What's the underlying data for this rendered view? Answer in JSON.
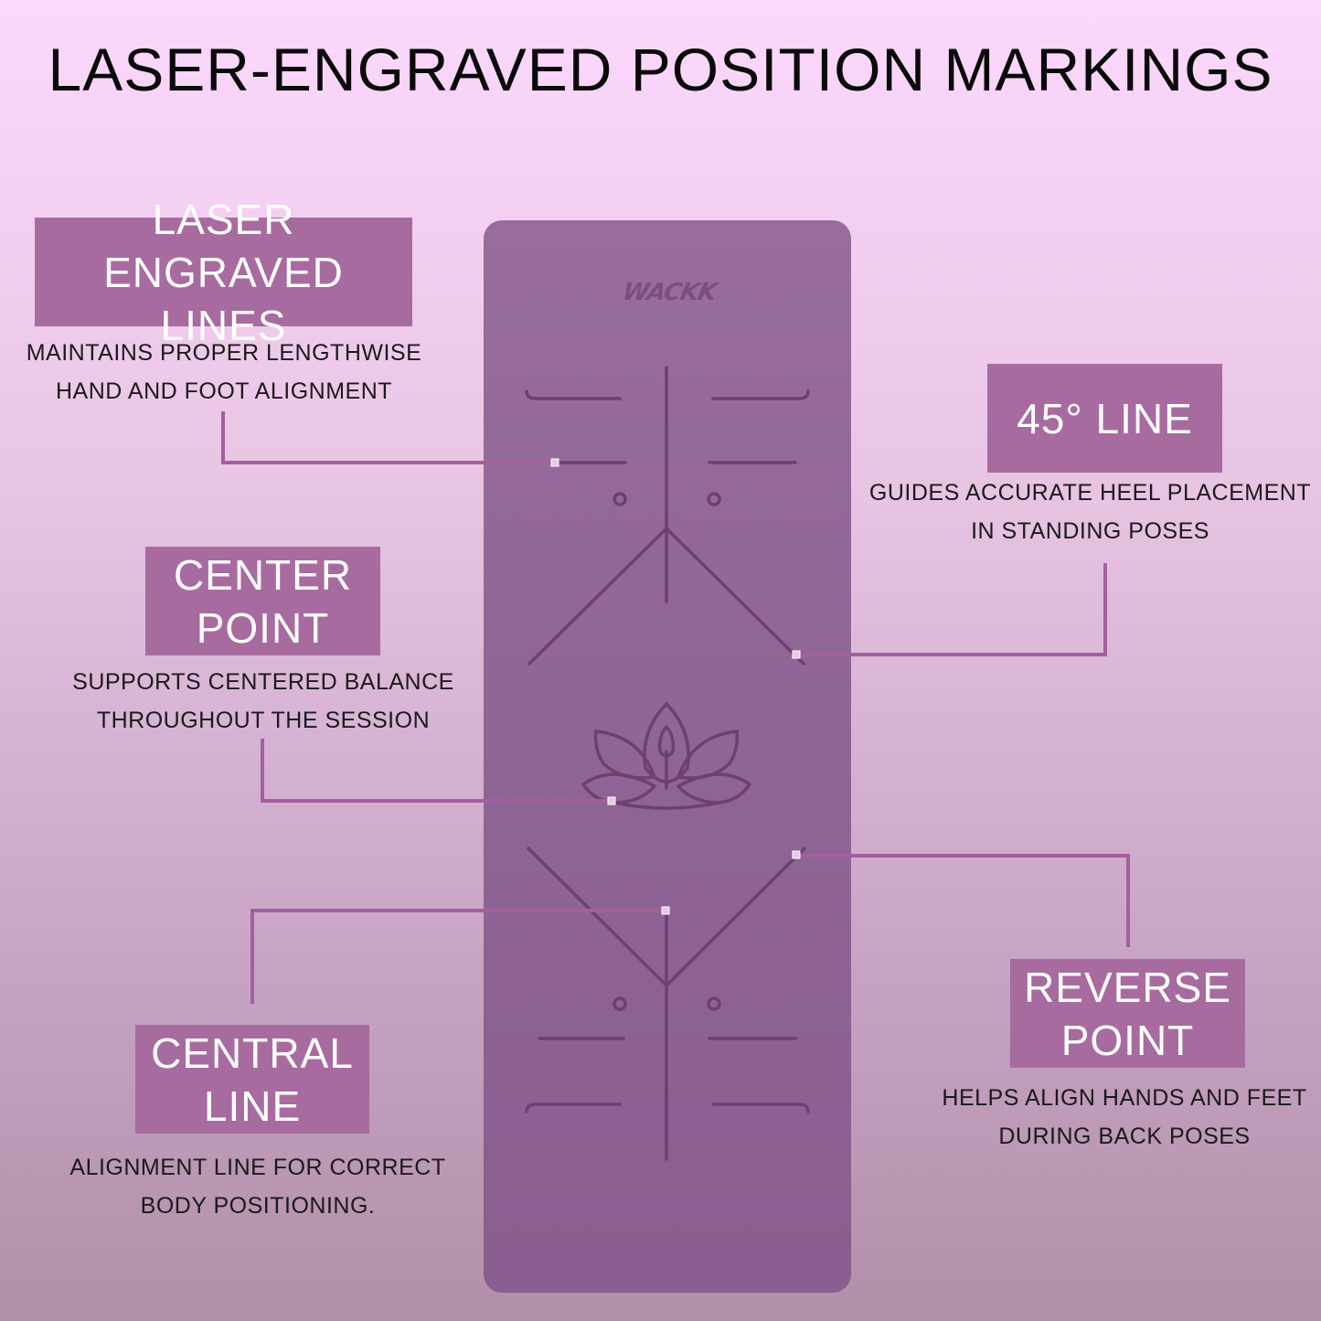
{
  "title": "LASER-ENGRAVED POSITION MARKINGS",
  "brand": "WACKK",
  "colors": {
    "label_bg": "#a86b9f",
    "mat": "#8f6595",
    "engraving": "#6e3f72",
    "connector": "#a45f9f"
  },
  "callouts": [
    {
      "label_lines": [
        "LASER ENGRAVED",
        "LINES"
      ],
      "desc_lines": [
        "MAINTAINS PROPER LENGTHWISE",
        "HAND AND FOOT ALIGNMENT"
      ]
    },
    {
      "label_lines": [
        "45° LINE"
      ],
      "desc_lines": [
        "GUIDES ACCURATE HEEL PLACEMENT",
        "IN STANDING POSES"
      ]
    },
    {
      "label_lines": [
        "CENTER",
        "POINT"
      ],
      "desc_lines": [
        "SUPPORTS CENTERED BALANCE",
        "THROUGHOUT THE SESSION"
      ]
    },
    {
      "label_lines": [
        "CENTRAL",
        "LINE"
      ],
      "desc_lines": [
        "ALIGNMENT LINE FOR CORRECT",
        "BODY POSITIONING."
      ]
    },
    {
      "label_lines": [
        "REVERSE",
        "POINT"
      ],
      "desc_lines": [
        "HELPS ALIGN HANDS AND FEET",
        "DURING BACK POSES"
      ]
    }
  ]
}
